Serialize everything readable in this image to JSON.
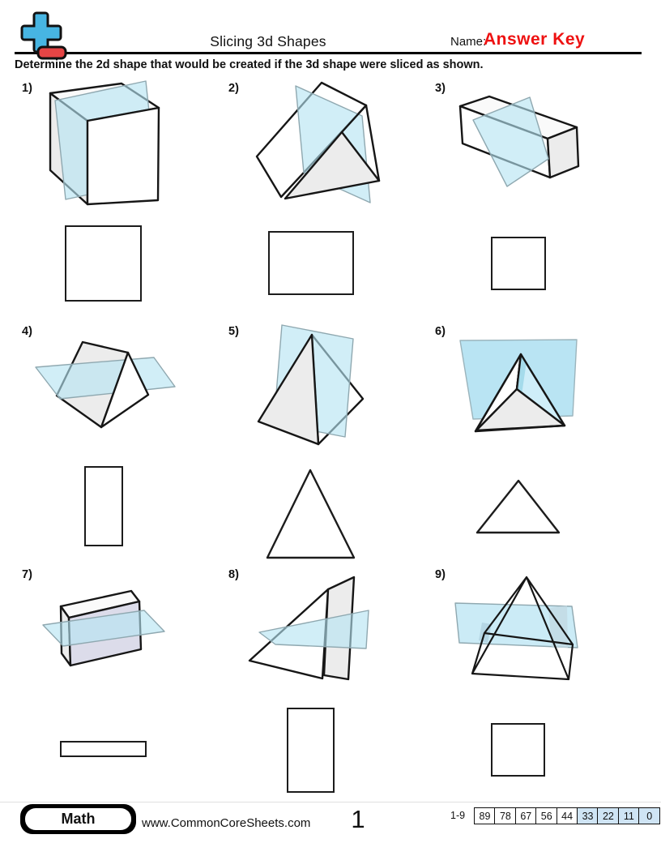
{
  "header": {
    "title": "Slicing 3d Shapes",
    "name_label": "Name:",
    "answer_key_text": "Answer Key",
    "instruction": "Determine the 2d shape that would be created if the 3d shape were sliced as shown."
  },
  "colors": {
    "answer_key_red": "#ee1111",
    "logo_blue": "#47b5e2",
    "logo_red": "#e64545",
    "slice_plane_blue": "#b5e3f2",
    "face_gray": "#ececec",
    "face_lavender": "#dcdcea",
    "outline": "#161616",
    "score_highlight": "#cfe4f4"
  },
  "problems": [
    {
      "number": "1)",
      "solid": "cube",
      "slice_orientation": "vertical",
      "answer_shape": "square"
    },
    {
      "number": "2)",
      "solid": "tilted wedge prism",
      "slice_orientation": "vertical",
      "answer_shape": "rectangle"
    },
    {
      "number": "3)",
      "solid": "rectangular prism",
      "slice_orientation": "slanted vertical",
      "answer_shape": "square"
    },
    {
      "number": "4)",
      "solid": "triangular prism tent",
      "slice_orientation": "horizontal",
      "answer_shape": "tall rectangle"
    },
    {
      "number": "5)",
      "solid": "square pyramid",
      "slice_orientation": "vertical through apex",
      "answer_shape": "triangle"
    },
    {
      "number": "6)",
      "solid": "triangular prism",
      "slice_orientation": "vertical parallel to face",
      "answer_shape": "triangle"
    },
    {
      "number": "7)",
      "solid": "rectangular slab",
      "slice_orientation": "horizontal",
      "answer_shape": "thin rectangle"
    },
    {
      "number": "8)",
      "solid": "upright triangular prism",
      "slice_orientation": "horizontal",
      "answer_shape": "tall rectangle"
    },
    {
      "number": "9)",
      "solid": "square pyramid wireframe",
      "slice_orientation": "horizontal",
      "answer_shape": "square"
    }
  ],
  "footer": {
    "subject_badge": "Math",
    "website": "www.CommonCoreSheets.com",
    "page_number": "1",
    "score_range_label": "1-9",
    "score_cells": [
      {
        "value": "89",
        "highlighted": false
      },
      {
        "value": "78",
        "highlighted": false
      },
      {
        "value": "67",
        "highlighted": false
      },
      {
        "value": "56",
        "highlighted": false
      },
      {
        "value": "44",
        "highlighted": false
      },
      {
        "value": "33",
        "highlighted": true
      },
      {
        "value": "22",
        "highlighted": true
      },
      {
        "value": "11",
        "highlighted": true
      },
      {
        "value": "0",
        "highlighted": true
      }
    ]
  }
}
